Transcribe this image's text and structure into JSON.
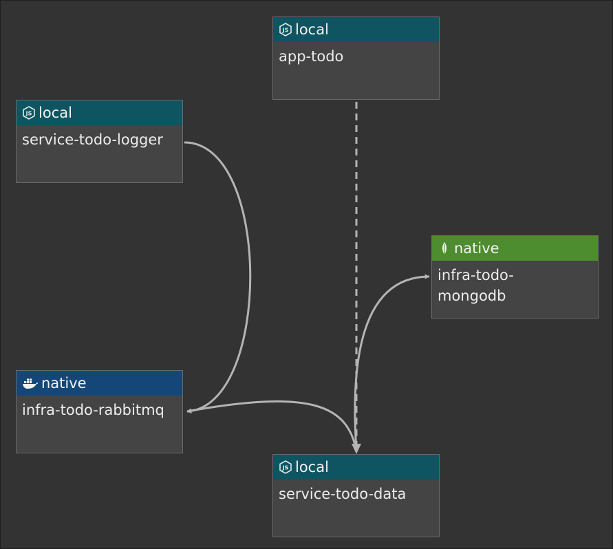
{
  "nodes": {
    "app_todo": {
      "runtime": "local",
      "name": "app-todo",
      "icon": "nodejs-icon",
      "header_color": "#0e5561"
    },
    "service_todo_logger": {
      "runtime": "local",
      "name": "service-todo-logger",
      "icon": "nodejs-icon",
      "header_color": "#0e5561"
    },
    "infra_todo_mongodb": {
      "runtime": "native",
      "name": "infra-todo-mongodb",
      "icon": "mongodb-leaf-icon",
      "header_color": "#4d8c2f"
    },
    "infra_todo_rabbitmq": {
      "runtime": "native",
      "name": "infra-todo-rabbitmq",
      "icon": "docker-whale-icon",
      "header_color": "#144777"
    },
    "service_todo_data": {
      "runtime": "local",
      "name": "service-todo-data",
      "icon": "nodejs-icon",
      "header_color": "#0e5561"
    }
  },
  "edges": [
    {
      "from": "app-todo",
      "to": "service-todo-data",
      "style": "dashed"
    },
    {
      "from": "service-todo-logger",
      "to": "infra-todo-rabbitmq",
      "style": "solid"
    },
    {
      "from": "service-todo-data",
      "to": "infra-todo-rabbitmq",
      "style": "solid"
    },
    {
      "from": "service-todo-data",
      "to": "infra-todo-mongodb",
      "style": "solid"
    }
  ],
  "colors": {
    "background": "#333333",
    "node_body": "#444444",
    "edge": "#b4b4b4"
  }
}
